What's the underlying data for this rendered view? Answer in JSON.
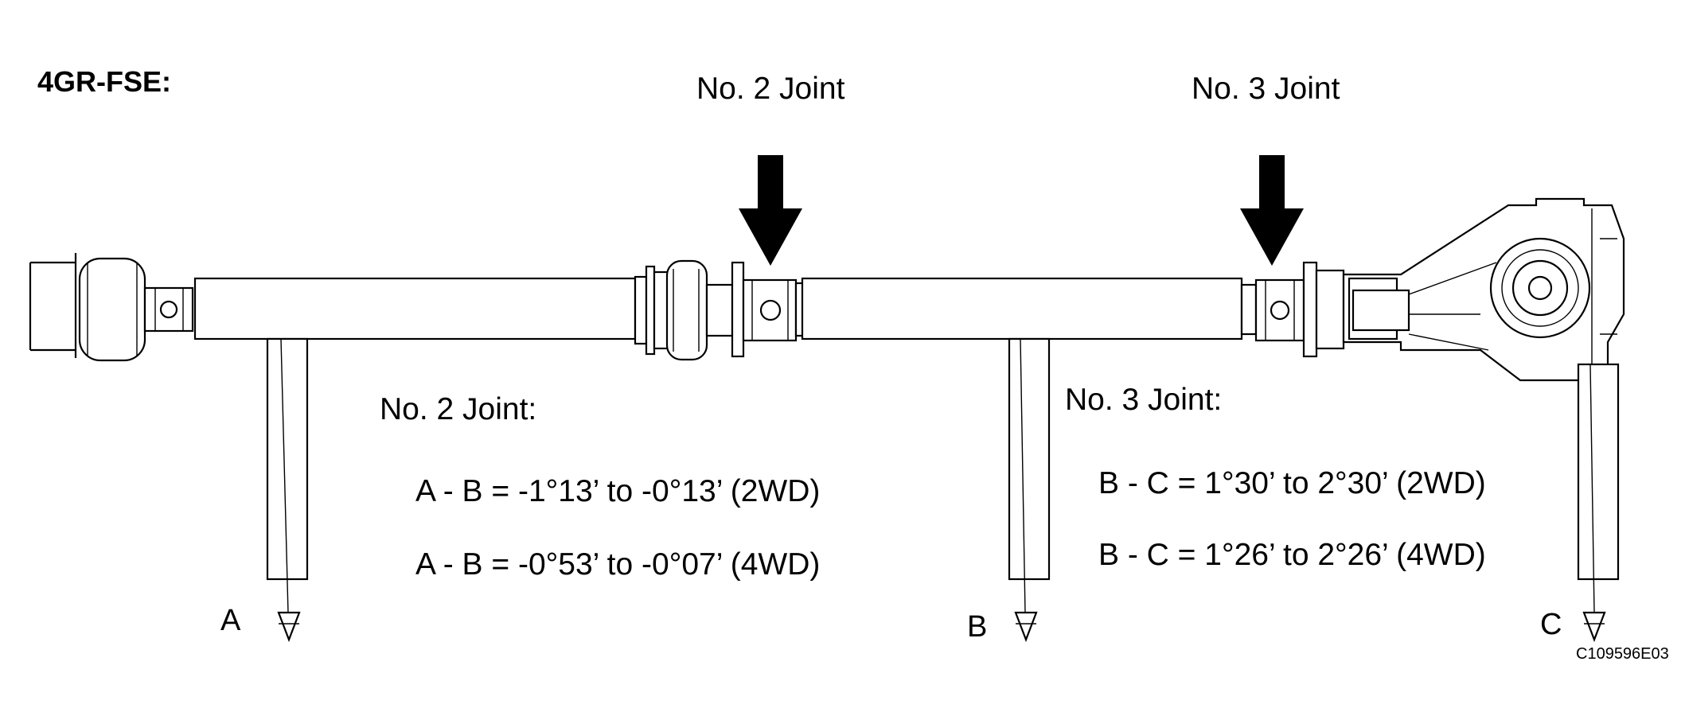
{
  "title": "4GR-FSE:",
  "arrows": [
    {
      "label": "No. 2 Joint"
    },
    {
      "label": "No. 3 Joint"
    }
  ],
  "spec_groups": [
    {
      "heading": "No. 2 Joint:",
      "lines": [
        "A - B = -1°13’ to -0°13’ (2WD)",
        "A - B = -0°53’ to -0°07’ (4WD)"
      ]
    },
    {
      "heading": "No. 3 Joint:",
      "lines": [
        "B - C = 1°30’ to 2°30’ (2WD)",
        "B - C = 1°26’ to 2°26’ (4WD)"
      ]
    }
  ],
  "measure_points": [
    "A",
    "B",
    "C"
  ],
  "figure_code": "C109596E03"
}
